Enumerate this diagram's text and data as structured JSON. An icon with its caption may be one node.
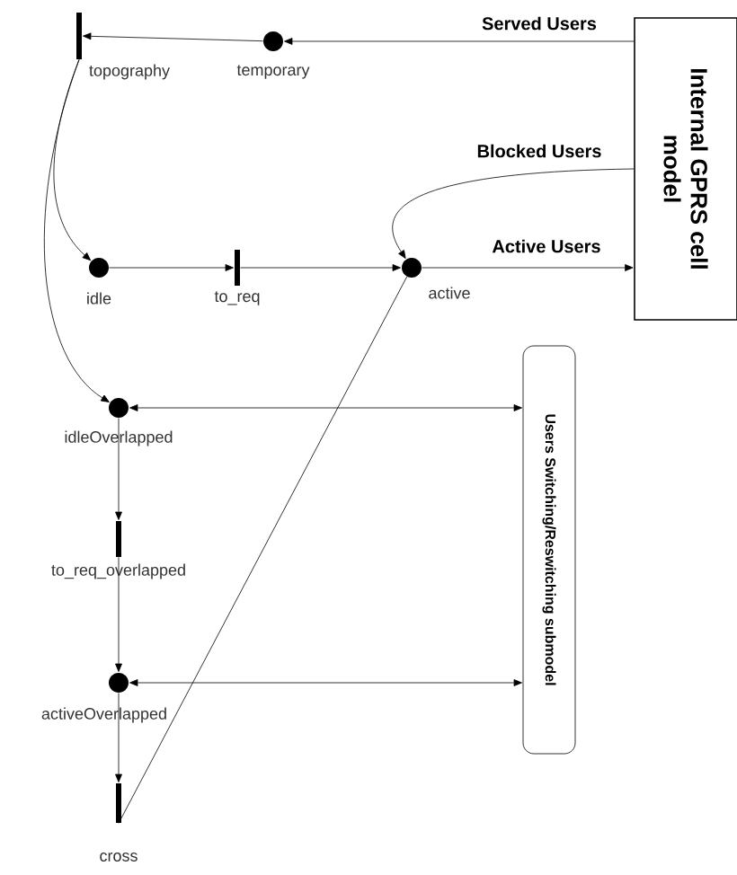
{
  "diagram": {
    "nodes": [
      {
        "text": [
          "topography"
        ]
      },
      {
        "text": [
          "temporary"
        ]
      },
      {
        "text": [
          "Internal GPRS cell model"
        ]
      },
      {
        "text": [
          "idle"
        ]
      },
      {
        "text": [
          "to_req"
        ]
      },
      {
        "text": [
          "active"
        ]
      },
      {
        "text": [
          "idleOverlapped"
        ]
      },
      {
        "text": [
          "to_req_overlapped"
        ]
      },
      {
        "text": [
          "activeOverlapped"
        ]
      },
      {
        "text": [
          "cross"
        ]
      },
      {
        "text": [
          "Users Switching/Reswitching submodel"
        ]
      }
    ],
    "edges": [
      {
        "from": 2,
        "to": 1,
        "arrow": "to",
        "label": "Served Users"
      },
      {
        "from": 1,
        "to": 0,
        "arrow": "to"
      },
      {
        "from": 2,
        "to": 5,
        "arrow": "to",
        "label": "Blocked Users"
      },
      {
        "from": 5,
        "to": 2,
        "arrow": "to",
        "label": "Active Users"
      },
      {
        "from": 3,
        "to": 4,
        "arrow": "to"
      },
      {
        "from": 4,
        "to": 5,
        "arrow": "to"
      },
      {
        "from": 0,
        "to": 3,
        "arrow": "to"
      },
      {
        "from": 0,
        "to": 6,
        "arrow": "to"
      },
      {
        "from": 6,
        "to": 10,
        "arrow": "both"
      },
      {
        "from": 6,
        "to": 7,
        "arrow": "to"
      },
      {
        "from": 7,
        "to": 8,
        "arrow": "to"
      },
      {
        "from": 8,
        "to": 10,
        "arrow": "both"
      },
      {
        "from": 8,
        "to": 9,
        "arrow": "to"
      },
      {
        "from": 9,
        "to": 5,
        "arrow": "none"
      }
    ]
  }
}
